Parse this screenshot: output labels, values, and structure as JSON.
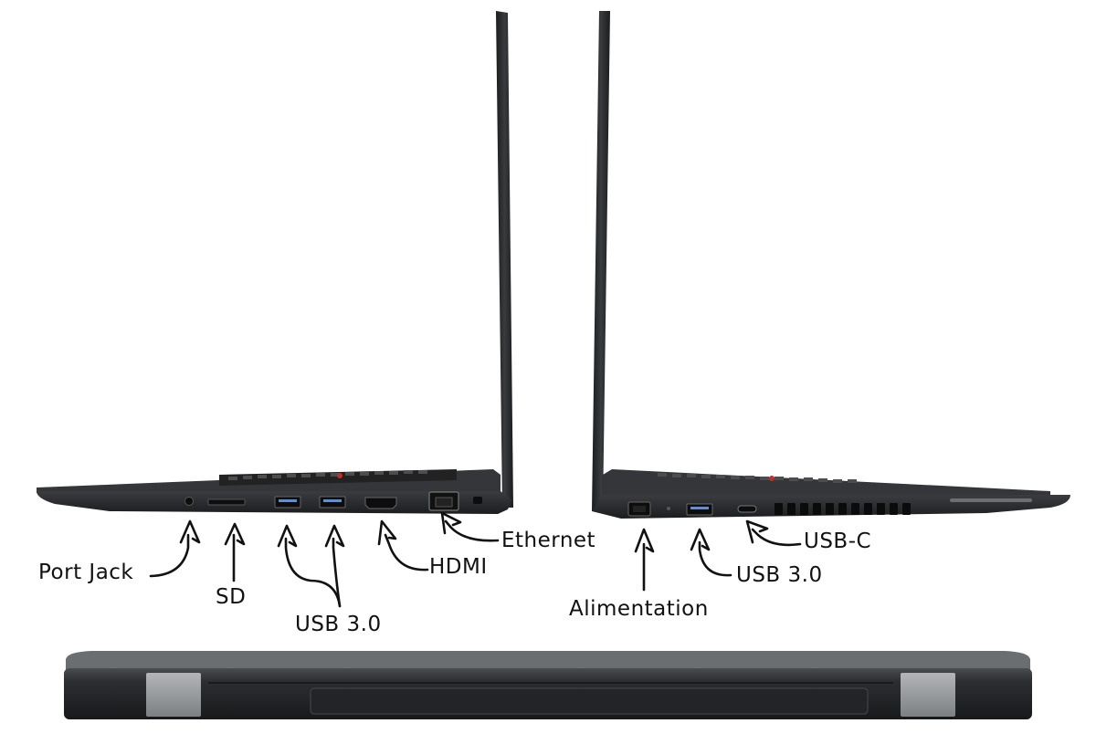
{
  "labels": {
    "port_jack": "Port Jack",
    "sd": "SD",
    "usb30_left": "USB 3.0",
    "hdmi": "HDMI",
    "ethernet": "Ethernet",
    "alimentation": "Alimentation",
    "usb30_right": "USB 3.0",
    "usbc": "USB-C"
  },
  "colors": {
    "chassis": "#2b2d30",
    "chassis_dark": "#1a1b1d",
    "hinge": "#9b9d9f",
    "arrow": "#111111"
  }
}
